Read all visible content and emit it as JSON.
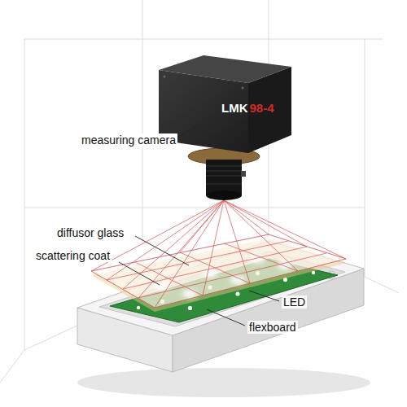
{
  "diagram": {
    "labels": [
      "LMK",
      "98-4",
      "measuring camera",
      "diffusor glass",
      "scattering coat",
      "LED",
      "flexboard"
    ]
  }
}
